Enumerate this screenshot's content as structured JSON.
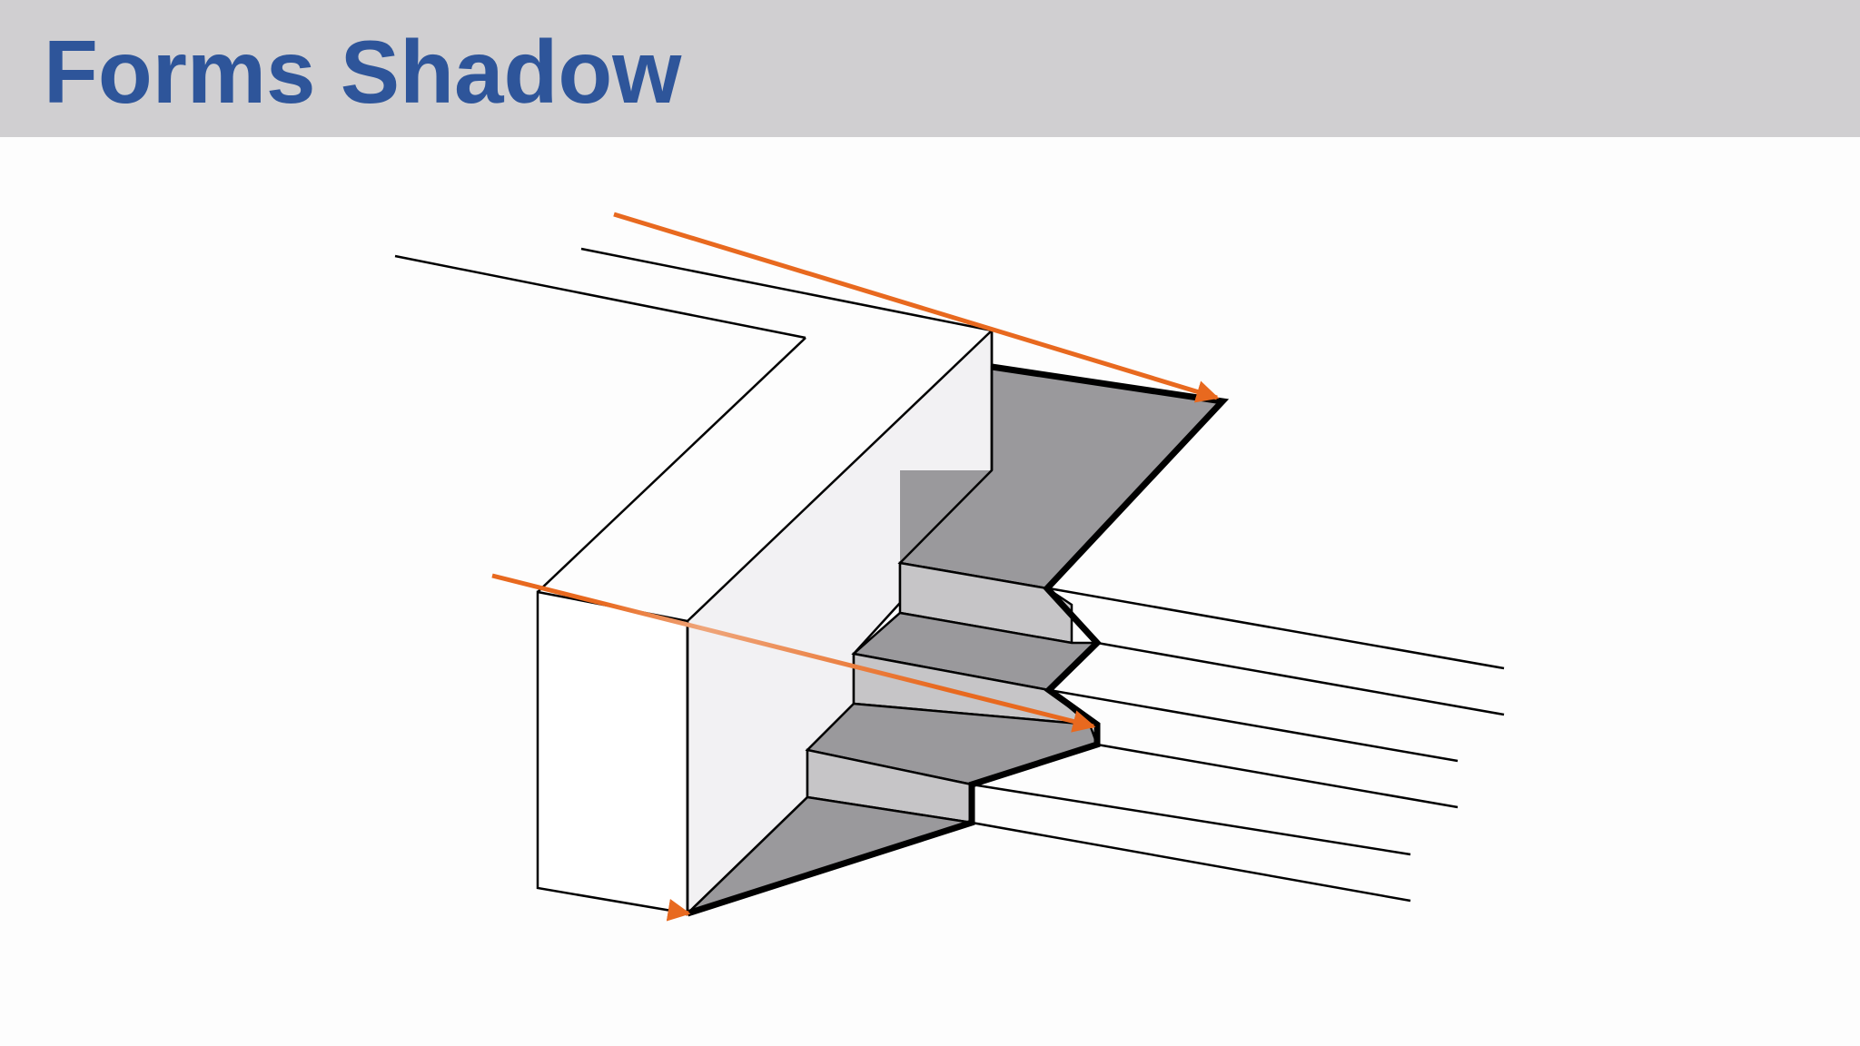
{
  "slide": {
    "title": "Forms Shadow"
  },
  "colors": {
    "title_text": "#2e559a",
    "header_band": "#d0cfd1",
    "background": "#fdfdfd",
    "light_ray": "#e8691f",
    "cast_shadow": "#9a999c",
    "step_face": "#c6c5c7",
    "wall_face": "#f2f1f3",
    "outline": "#000000"
  },
  "diagram": {
    "subject": "stairs-with-side-wall",
    "icons": [
      "light-ray-arrow",
      "cast-shadow-outline"
    ]
  }
}
